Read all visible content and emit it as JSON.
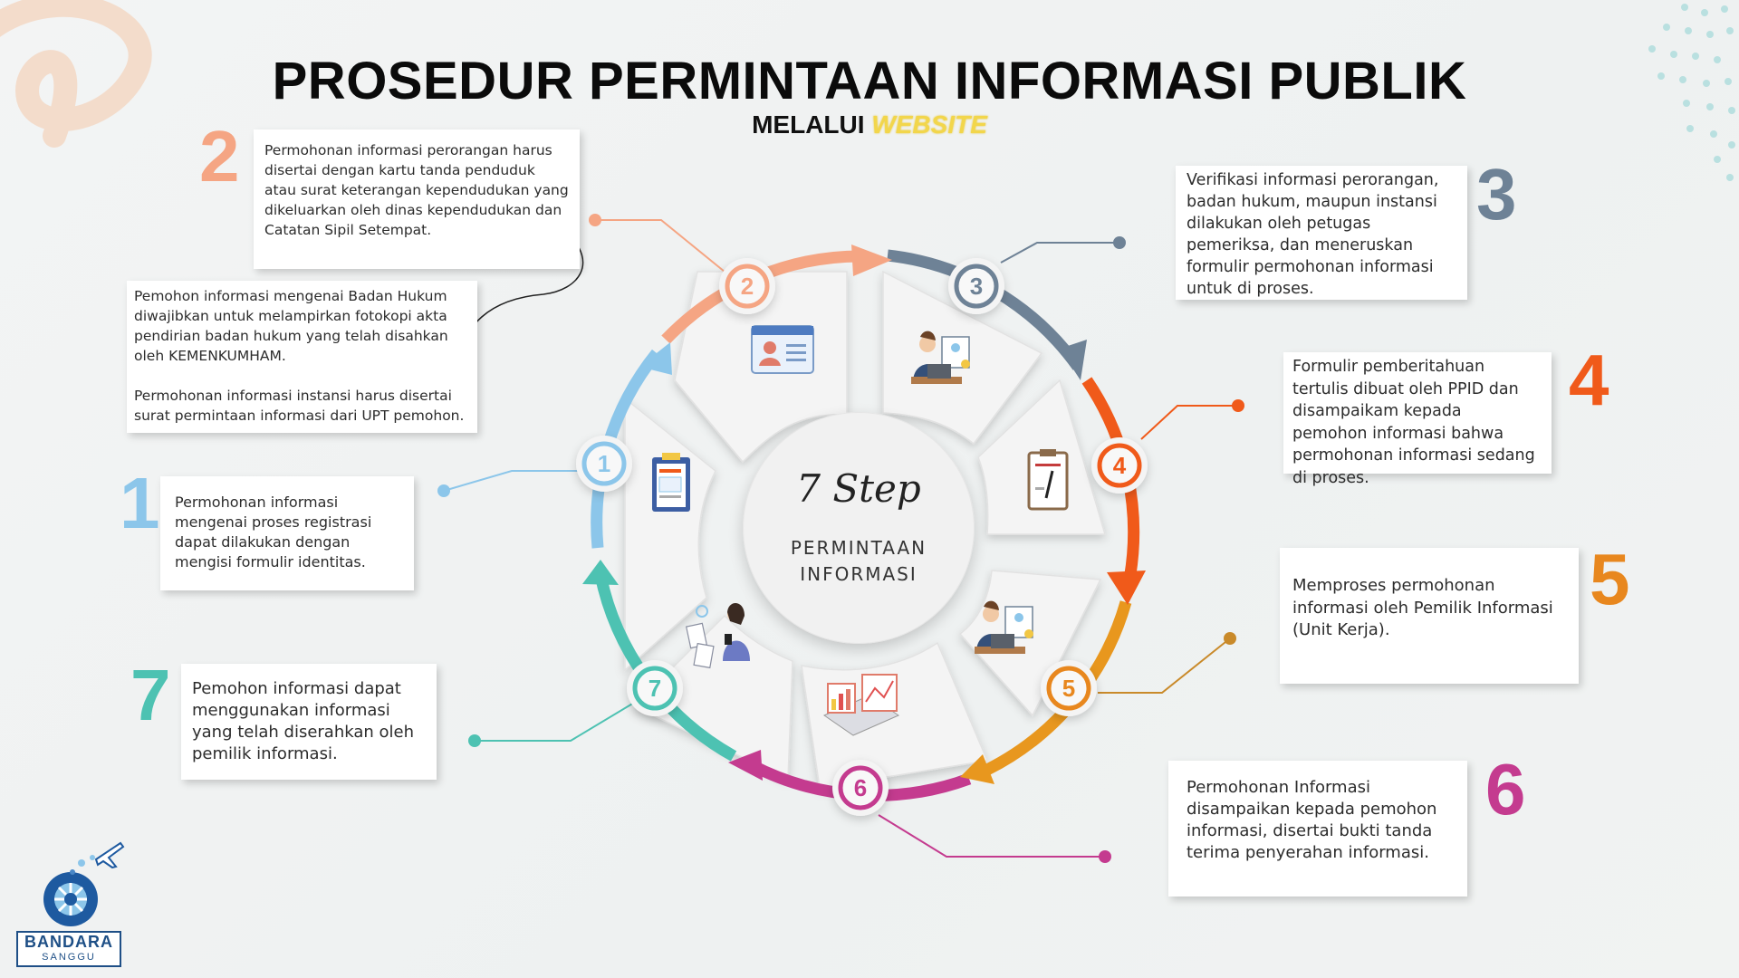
{
  "header": {
    "title": "PROSEDUR PERMINTAAN INFORMASI PUBLIK",
    "subtitle_prefix": "MELALUI",
    "subtitle_highlight": "WEBSITE"
  },
  "center": {
    "step_text": "7 Step",
    "label_line1": "PERMINTAAN",
    "label_line2": "INFORMASI"
  },
  "steps": [
    {
      "number": "1",
      "color": "#8cc6ea",
      "text": "Permohonan informasi mengenai proses registrasi dapat dilakukan dengan mengisi formulir identitas."
    },
    {
      "number": "2",
      "color": "#f5a583",
      "text": "Permohonan informasi perorangan harus disertai dengan kartu tanda penduduk atau surat keterangan kependudukan yang dikeluarkan oleh dinas kependudukan dan Catatan Sipil Setempat."
    },
    {
      "number": "3",
      "color": "#6e8296",
      "text": "Verifikasi informasi perorangan, badan hukum, maupun instansi dilakukan oleh petugas pemeriksa, dan meneruskan formulir permohonan informasi untuk di proses."
    },
    {
      "number": "4",
      "color": "#f05a1a",
      "text": "Formulir pemberitahuan tertulis dibuat oleh PPID dan disampaikam kepada pemohon informasi bahwa permohonan informasi sedang di proses."
    },
    {
      "number": "5",
      "color": "#e8871e",
      "text": "Memproses permohonan informasi oleh Pemilik Informasi (Unit Kerja)."
    },
    {
      "number": "6",
      "color": "#c43b8f",
      "text": "Permohonan Informasi disampaikan kepada pemohon informasi, disertai bukti tanda terima penyerahan informasi."
    },
    {
      "number": "7",
      "color": "#4dc2b2",
      "text": "Pemohon informasi dapat menggunakan informasi yang telah diserahkan oleh pemilik informasi."
    }
  ],
  "extra_note": {
    "para1": "Pemohon informasi mengenai Badan Hukum diwajibkan untuk melampirkan fotokopi akta pendirian badan hukum yang telah disahkan oleh KEMENKUMHAM.",
    "para2": "Permohonan informasi instansi harus disertai surat permintaan informasi dari UPT pemohon."
  },
  "logo": {
    "name": "BANDARA",
    "sub": "SANGGU"
  },
  "icons": [
    "id-card-icon",
    "officer-laptop-icon",
    "clipboard-form-icon",
    "officer-laptop-icon",
    "dashboard-chart-icon",
    "woman-documents-icon",
    "clipboard-id-icon"
  ]
}
